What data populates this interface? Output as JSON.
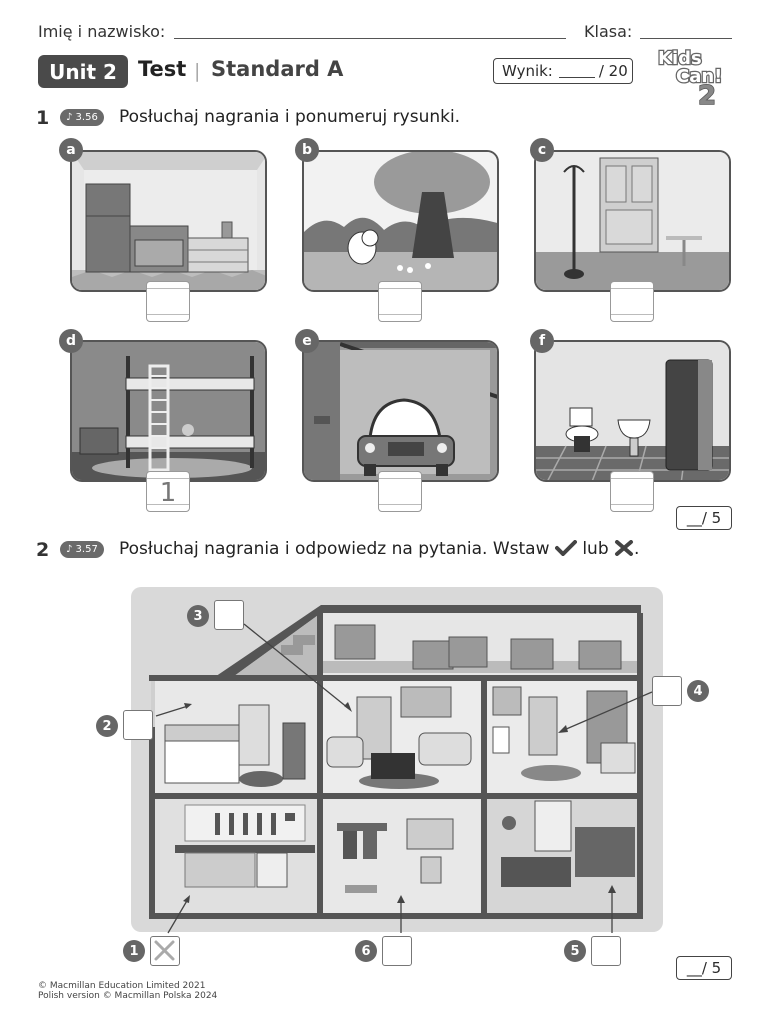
{
  "header": {
    "name_label": "Imię i nazwisko:",
    "class_label": "Klasa:"
  },
  "unit": {
    "badge": "Unit 2",
    "test": "Test",
    "separator": "|",
    "level": "Standard A",
    "score_label": "Wynik:",
    "score_total": "/ 20"
  },
  "logo": {
    "line1": "Kids",
    "line2": "Can!",
    "number": "2"
  },
  "exercise1": {
    "number": "1",
    "track": "♪ 3.56",
    "instruction": "Posłuchaj nagrania i ponumeruj rysunki.",
    "cards": [
      {
        "letter": "a",
        "answer": ""
      },
      {
        "letter": "b",
        "answer": ""
      },
      {
        "letter": "c",
        "answer": ""
      },
      {
        "letter": "d",
        "answer": "1"
      },
      {
        "letter": "e",
        "answer": ""
      },
      {
        "letter": "f",
        "answer": ""
      }
    ],
    "score": "__/ 5"
  },
  "exercise2": {
    "number": "2",
    "track": "♪ 3.57",
    "instruction_start": "Posłuchaj nagrania i odpowiedz na pytania. Wstaw",
    "instruction_mid": "lub",
    "instruction_end": ".",
    "markers": [
      "1",
      "2",
      "3",
      "4",
      "5",
      "6"
    ],
    "score": "__/ 5"
  },
  "footer": {
    "line1": "© Macmillan Education Limited 2021",
    "line2": "Polish version © Macmillan Polska 2024"
  }
}
